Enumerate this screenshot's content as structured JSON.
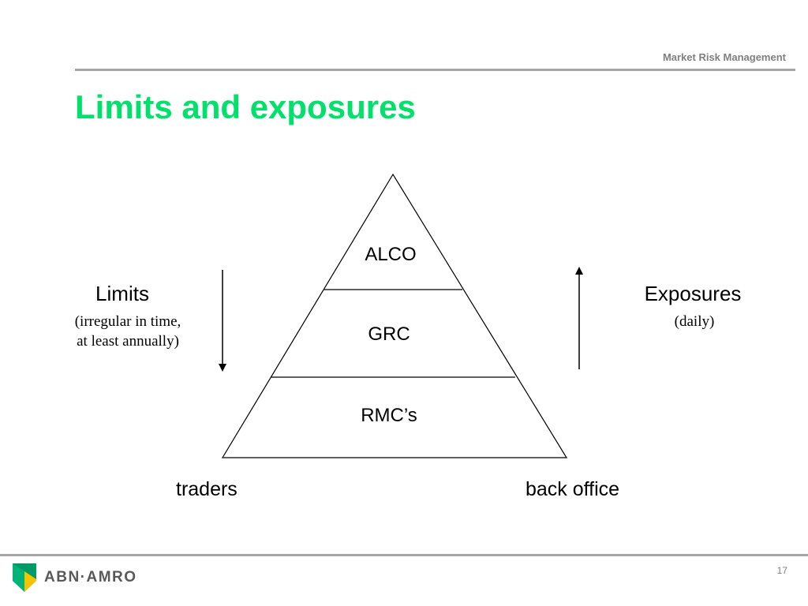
{
  "header": {
    "section_label": "Market Risk Management"
  },
  "title": "Limits and exposures",
  "pyramid": {
    "tiers": [
      "ALCO",
      "GRC",
      "RMC’s"
    ],
    "base_left": "traders",
    "base_right": "back office"
  },
  "limits": {
    "title": "Limits",
    "subtitle_line1": "(irregular in time,",
    "subtitle_line2": "at least annually)",
    "arrow_direction": "down"
  },
  "exposures": {
    "title": "Exposures",
    "subtitle": "(daily)",
    "arrow_direction": "up"
  },
  "footer": {
    "logo_text": "ABN·AMRO",
    "logo_icon": "shield-logo-icon",
    "page_number": "17"
  },
  "colors": {
    "title": "#00e06a",
    "rule": "#a6a6a6",
    "logo_green": "#009a66",
    "logo_yellow": "#f4c400"
  }
}
